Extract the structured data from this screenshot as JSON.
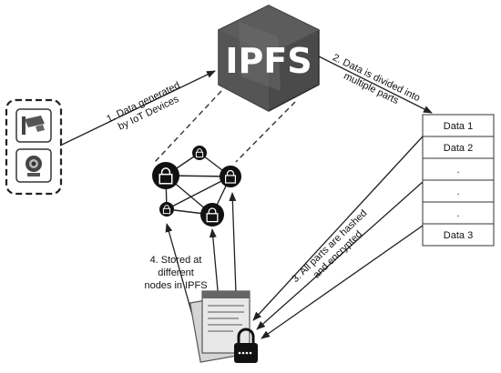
{
  "ipfs": {
    "title": "IPFS"
  },
  "devices": {
    "camera_icon": "cctv-camera-icon",
    "webcam_icon": "webcam-icon"
  },
  "edges": {
    "step1": [
      "1. Data generated",
      "by IoT Devices"
    ],
    "step2": [
      "2. Data is divided into",
      "multiple parts"
    ],
    "step3": [
      "3. All parts are hashed",
      "and encrypted"
    ],
    "step4": [
      "4.  Stored at",
      "different",
      "nodes in IPFS"
    ]
  },
  "data_parts": [
    "Data 1",
    "Data 2",
    ".",
    ".",
    ".",
    "Data 3"
  ],
  "colors": {
    "cube_dark": "#4a4a4a",
    "cube_mid": "#6b6b6b",
    "node_fill": "#111111",
    "line": "#222222"
  }
}
